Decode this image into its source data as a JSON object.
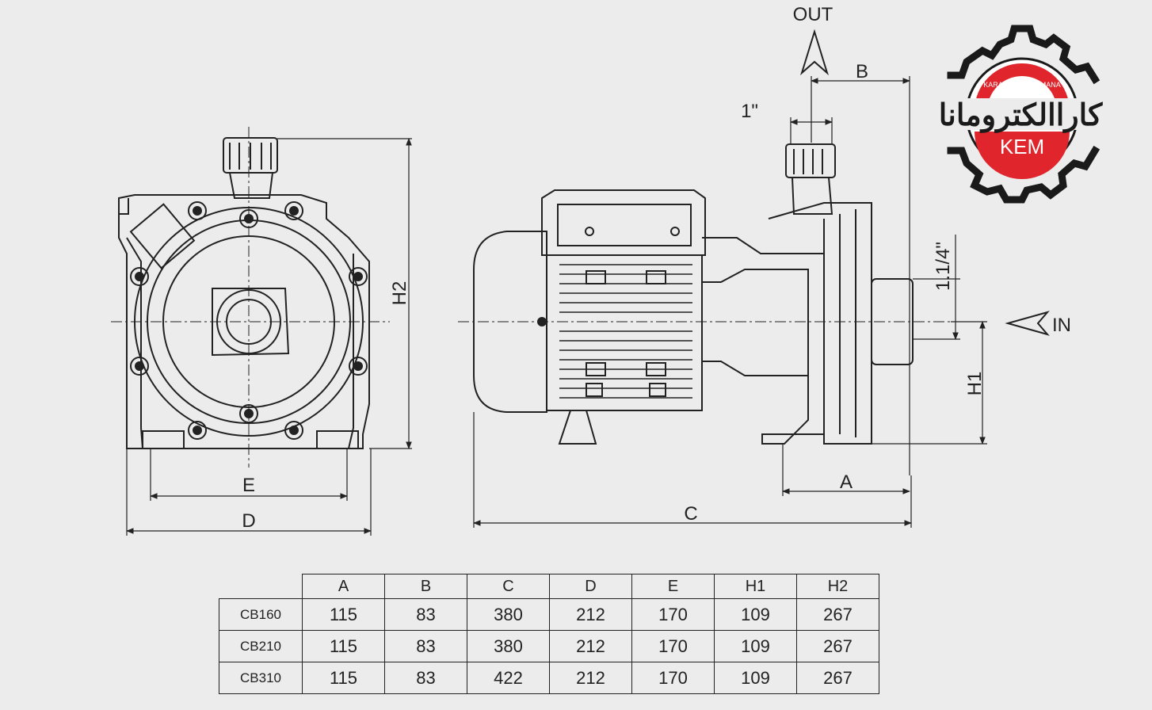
{
  "drawing": {
    "labels": {
      "out": "OUT",
      "in": "IN",
      "b": "B",
      "inch1": "1\"",
      "inch114": "1.1/4\"",
      "h1": "H1",
      "h2": "H2",
      "a": "A",
      "c": "C",
      "d": "D",
      "e": "E"
    }
  },
  "logo": {
    "arabic_name": "کاراالکترومانا",
    "ring_text": "KARA ELECTRO MANA",
    "abbr": "KEM",
    "colors": {
      "gear": "#1a1a1a",
      "red": "#e0262c",
      "white": "#ffffff"
    }
  },
  "table": {
    "headers": [
      "A",
      "B",
      "C",
      "D",
      "E",
      "H1",
      "H2"
    ],
    "rows": [
      {
        "model": "CB160",
        "values": [
          "115",
          "83",
          "380",
          "212",
          "170",
          "109",
          "267"
        ]
      },
      {
        "model": "CB210",
        "values": [
          "115",
          "83",
          "380",
          "212",
          "170",
          "109",
          "267"
        ]
      },
      {
        "model": "CB310",
        "values": [
          "115",
          "83",
          "422",
          "212",
          "170",
          "109",
          "267"
        ]
      }
    ]
  }
}
